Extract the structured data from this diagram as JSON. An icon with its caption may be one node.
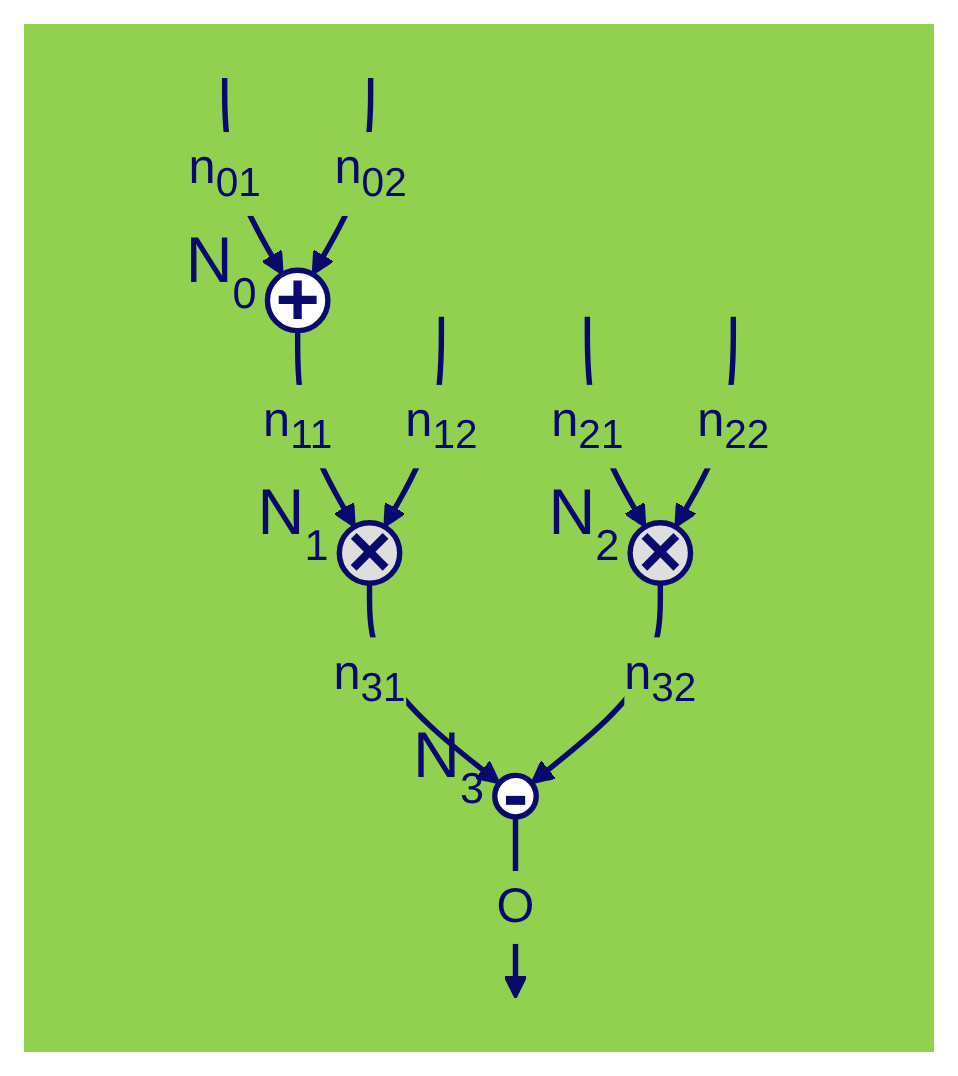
{
  "diagram": {
    "nodes": [
      {
        "text": [
          "+"
        ],
        "beside": [
          "N$_{0}$"
        ]
      },
      {
        "text": [
          "×"
        ],
        "beside": [
          "N$_{1}$"
        ]
      },
      {
        "text": [
          "×"
        ],
        "beside": [
          "N$_{2}$"
        ]
      },
      {
        "text": [
          "-"
        ],
        "beside": [
          "N$_{3}$"
        ]
      }
    ],
    "edges": [
      {
        "from": null,
        "to": 0,
        "arrow": "to",
        "label": "n$_{01}$"
      },
      {
        "from": null,
        "to": 0,
        "arrow": "to",
        "label": "n$_{02}$"
      },
      {
        "from": null,
        "to": 2,
        "arrow": "to",
        "label": "n$_{21}$"
      },
      {
        "from": null,
        "to": 2,
        "arrow": "to",
        "label": "n$_{22}$"
      },
      {
        "from": 0,
        "to": 1,
        "arrow": "to",
        "label": "n$_{11}$"
      },
      {
        "from": null,
        "to": 1,
        "arrow": "to",
        "label": "n$_{12}$"
      },
      {
        "from": 1,
        "to": 3,
        "arrow": "to",
        "label": "n$_{31}$"
      },
      {
        "from": 2,
        "to": 3,
        "arrow": "to",
        "label": "n$_{32}$"
      },
      {
        "from": 3,
        "to": null,
        "arrow": "to",
        "label": "O"
      }
    ]
  }
}
